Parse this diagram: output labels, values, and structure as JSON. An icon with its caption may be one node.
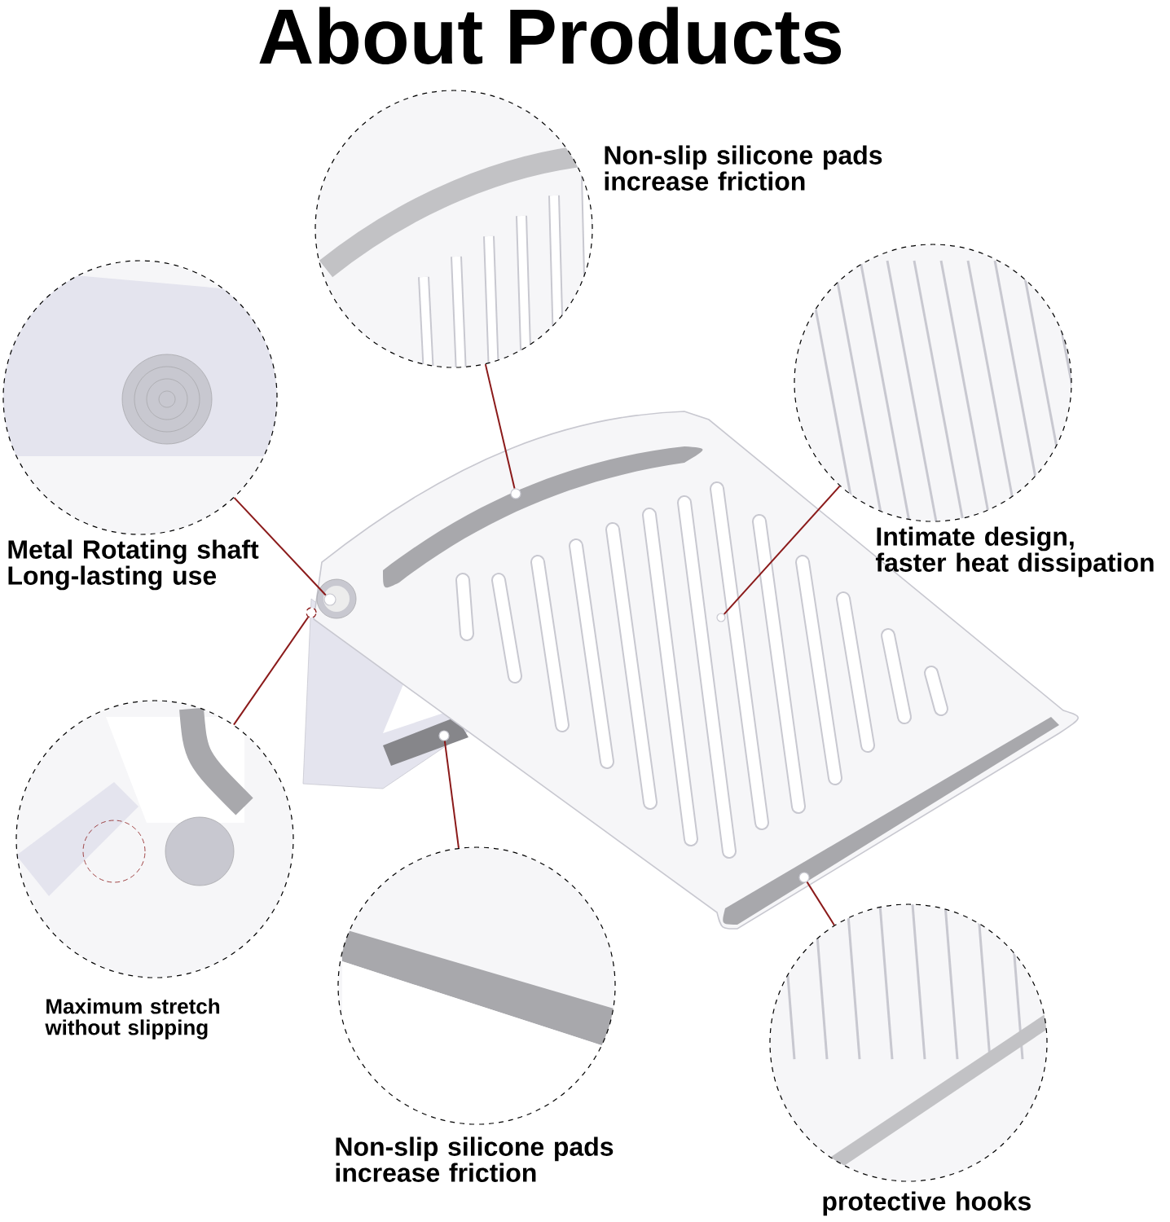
{
  "diagram": {
    "title": "About Products",
    "nodes": [
      {
        "text": [
          "Non-slip silicone pads increase friction"
        ]
      },
      {
        "text": [
          "Metal Rotating shaft Long-lasting use"
        ]
      },
      {
        "text": [
          "Intimate design, faster heat dissipation"
        ]
      },
      {
        "text": [
          "Maximum stretch without slipping"
        ]
      },
      {
        "text": [
          "Non-slip silicone pads increase friction"
        ]
      },
      {
        "text": [
          "protective hooks"
        ]
      },
      {
        "text": [],
        "shape": "circle"
      },
      {
        "text": [],
        "shape": "circle"
      },
      {
        "text": [],
        "shape": "circle"
      },
      {
        "text": [],
        "shape": "circle"
      },
      {
        "text": [],
        "shape": "circle"
      },
      {
        "text": [],
        "shape": "circle"
      }
    ],
    "edges": [
      {
        "from": 0,
        "to": 6,
        "arrow": "none"
      },
      {
        "from": 1,
        "to": 7,
        "arrow": "none"
      },
      {
        "from": 2,
        "to": 8,
        "arrow": "none"
      },
      {
        "from": 3,
        "to": 9,
        "arrow": "none"
      },
      {
        "from": 4,
        "to": 10,
        "arrow": "none"
      },
      {
        "from": 5,
        "to": 11,
        "arrow": "none"
      }
    ]
  }
}
